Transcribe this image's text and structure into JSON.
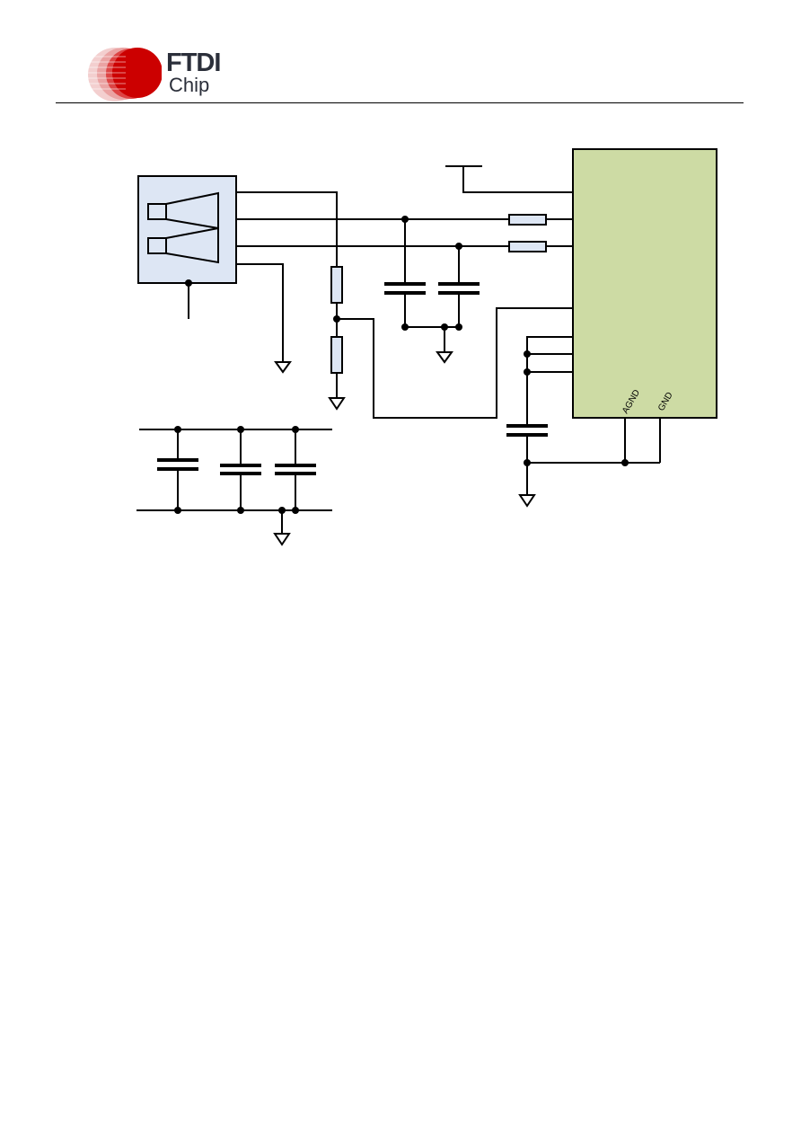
{
  "header": {
    "logo_word_1": "FTDI",
    "logo_word_2": "Chip",
    "logo_color": "#cc0000"
  },
  "schematic": {
    "ic_pin_labels": {
      "agnd": "AGND",
      "gnd": "GND"
    },
    "colors": {
      "wire": "#000000",
      "ic_fill": "#cddba4",
      "connector_fill": "#dde6f4",
      "resistor_fill": "#dde6f4"
    }
  }
}
